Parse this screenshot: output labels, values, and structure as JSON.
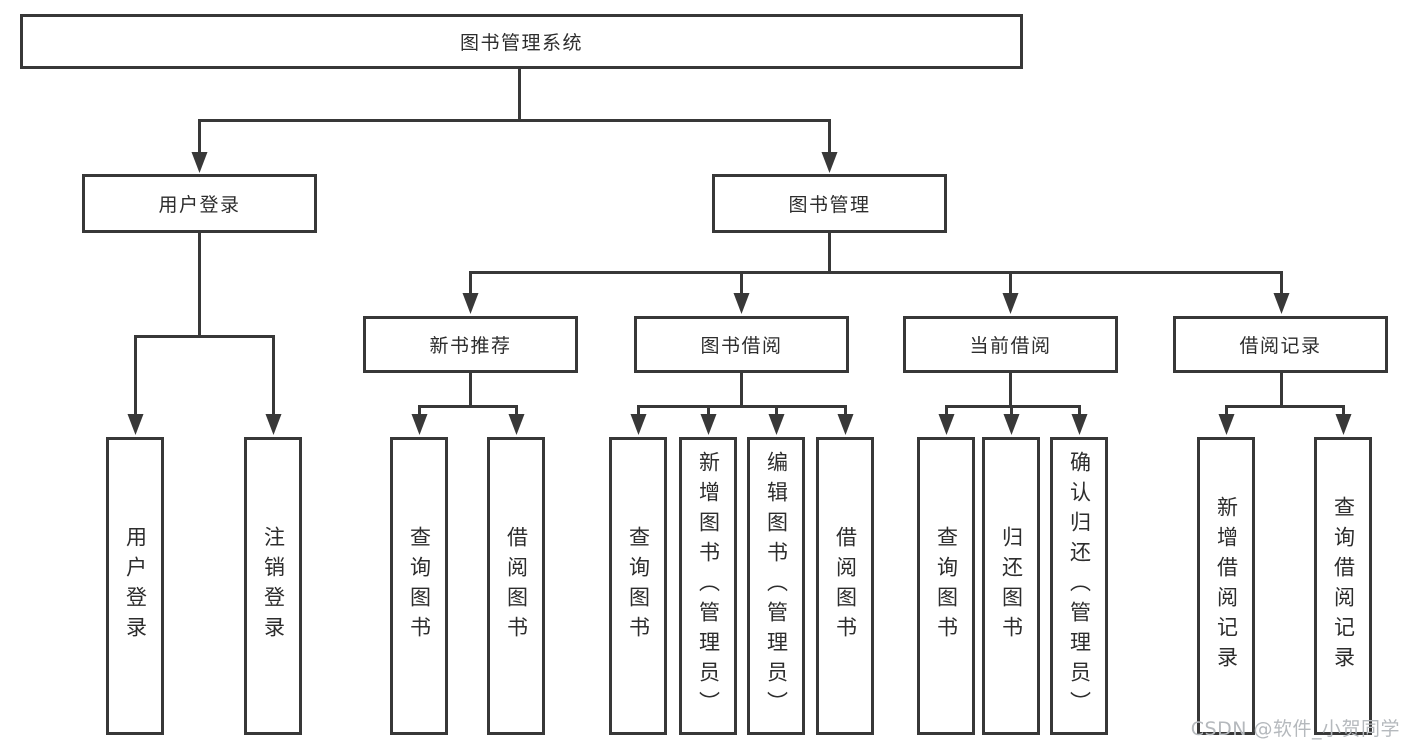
{
  "diagram_title": "图书管理系统",
  "tree": {
    "label": "图书管理系统",
    "children": [
      {
        "label": "用户登录",
        "children": [
          {
            "label": "用户登录"
          },
          {
            "label": "注销登录"
          }
        ]
      },
      {
        "label": "图书管理",
        "children": [
          {
            "label": "新书推荐",
            "children": [
              {
                "label": "查询图书"
              },
              {
                "label": "借阅图书"
              }
            ]
          },
          {
            "label": "图书借阅",
            "children": [
              {
                "label": "查询图书"
              },
              {
                "label": "新增图书（管理员）"
              },
              {
                "label": "编辑图书（管理员）"
              },
              {
                "label": "借阅图书"
              }
            ]
          },
          {
            "label": "当前借阅",
            "children": [
              {
                "label": "查询图书"
              },
              {
                "label": "归还图书"
              },
              {
                "label": "确认归还（管理员）"
              }
            ]
          },
          {
            "label": "借阅记录",
            "children": [
              {
                "label": "新增借阅记录"
              },
              {
                "label": "查询借阅记录"
              }
            ]
          }
        ]
      }
    ]
  },
  "watermark": {
    "text": "CSDN @软件_小贺同学"
  },
  "colors": {
    "line": "#383838",
    "box_border": "#383838",
    "text": "#2d2d2d",
    "watermark": "#b5b9bd",
    "background": "#ffffff"
  }
}
